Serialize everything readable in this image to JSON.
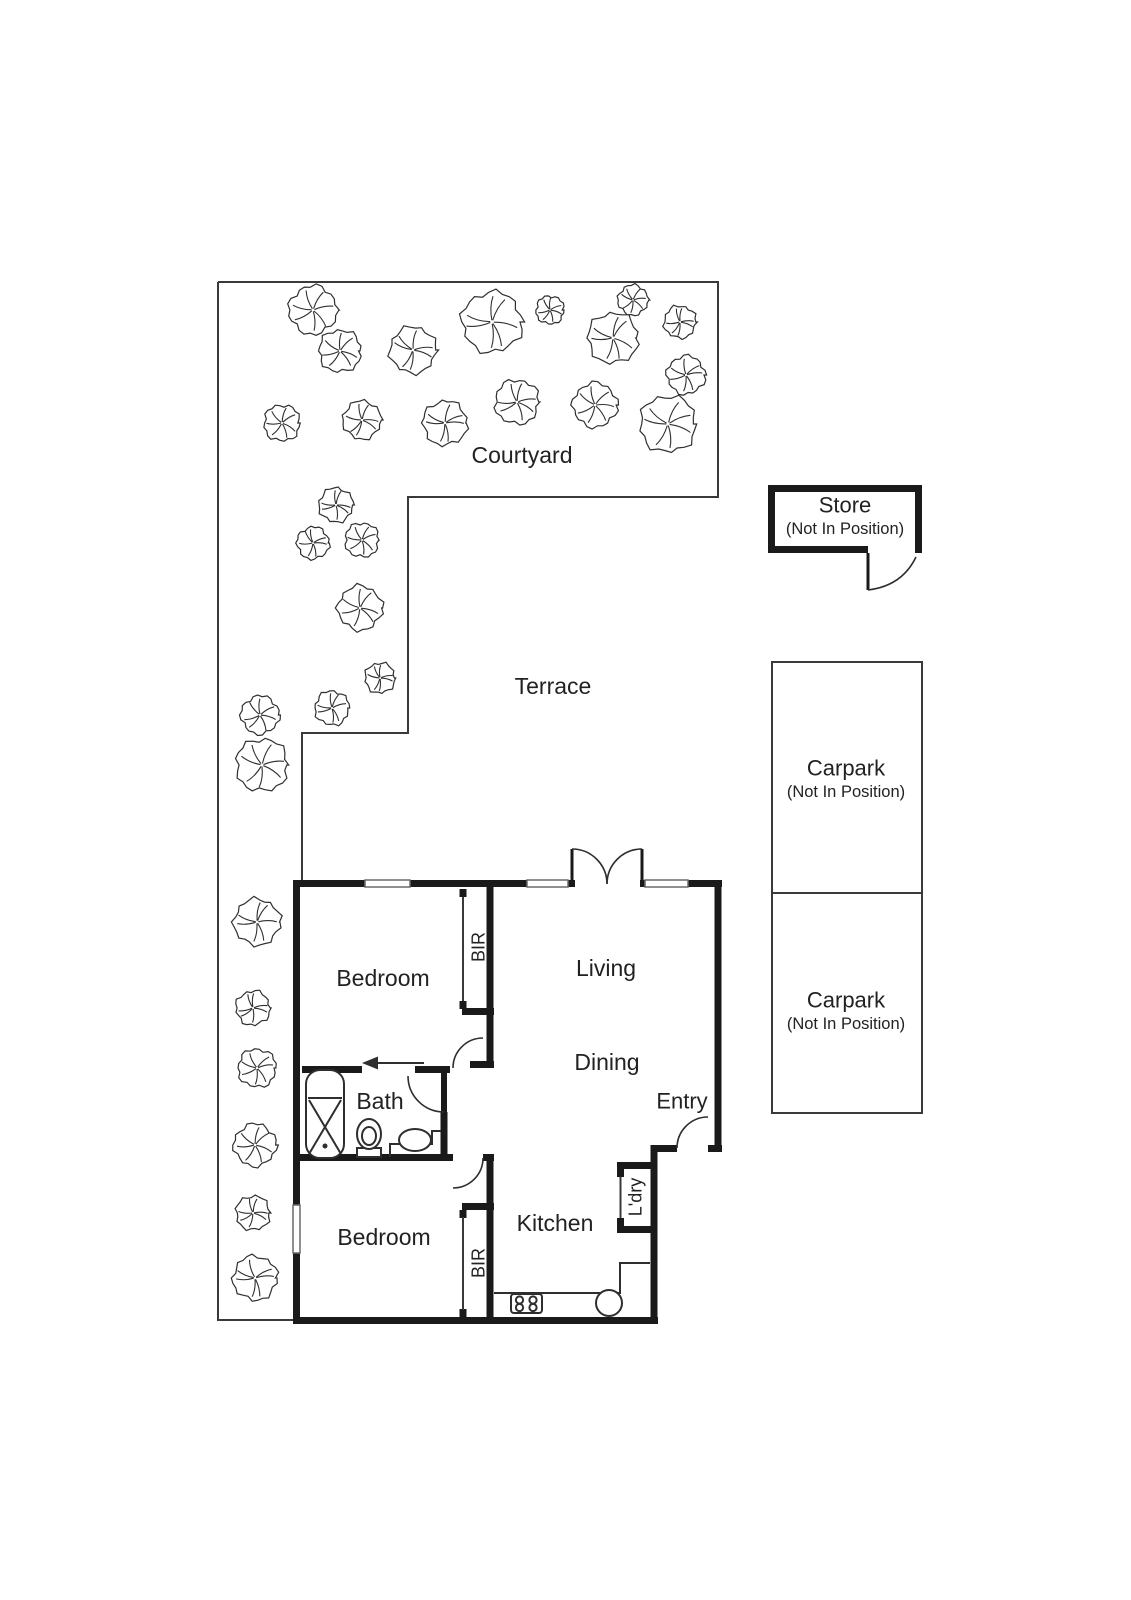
{
  "outdoor": {
    "courtyard": "Courtyard",
    "terrace": "Terrace"
  },
  "annex": {
    "store": {
      "label": "Store",
      "note": "(Not In Position)"
    },
    "carparks": [
      {
        "label": "Carpark",
        "note": "(Not In Position)"
      },
      {
        "label": "Carpark",
        "note": "(Not In Position)"
      }
    ]
  },
  "rooms": {
    "bedroom1": "Bedroom",
    "bir1": "BIR",
    "living": "Living",
    "dining": "Dining",
    "bath": "Bath",
    "entry": "Entry",
    "kitchen": "Kitchen",
    "laundry": "L'dry",
    "bedroom2": "Bedroom",
    "bir2": "BIR"
  },
  "colors": {
    "wall": "#1a1a1a",
    "thin_line": "#3a3a3a",
    "fixture_line": "#2e2e2e",
    "background": "#ffffff",
    "text": "#222222"
  }
}
